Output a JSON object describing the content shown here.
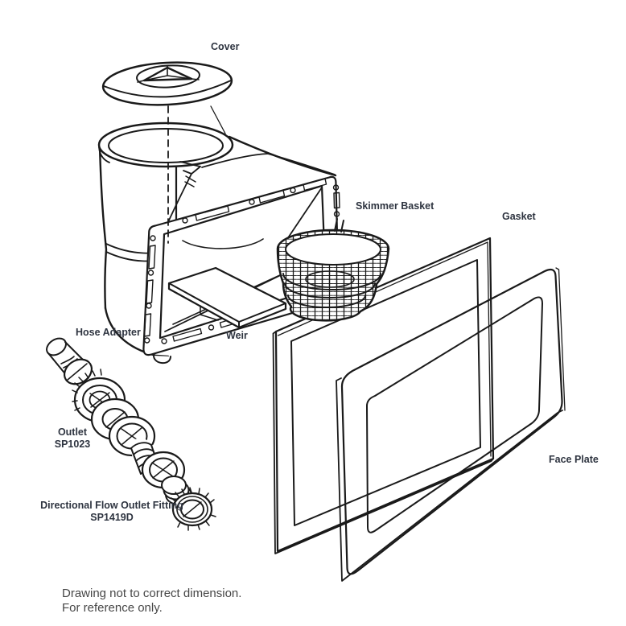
{
  "colors": {
    "line": "#1a1a1a",
    "label": "#2e3440",
    "note": "#474747",
    "bg": "#ffffff"
  },
  "parts": {
    "cover": {
      "label": "Cover"
    },
    "skimmer_basket": {
      "label": "Skimmer Basket"
    },
    "gasket": {
      "label": "Gasket"
    },
    "hose_adapter": {
      "label": "Hose Adapter"
    },
    "weir": {
      "label": "Weir"
    },
    "outlet": {
      "label": "Outlet",
      "part_number": "SP1023"
    },
    "directional_flow_outlet_fitting": {
      "label": "Directional Flow Outlet Fitting",
      "part_number": "SP1419D"
    },
    "face_plate": {
      "label": "Face Plate"
    }
  },
  "note": {
    "line1": "Drawing not to correct dimension.",
    "line2": "For reference only."
  }
}
